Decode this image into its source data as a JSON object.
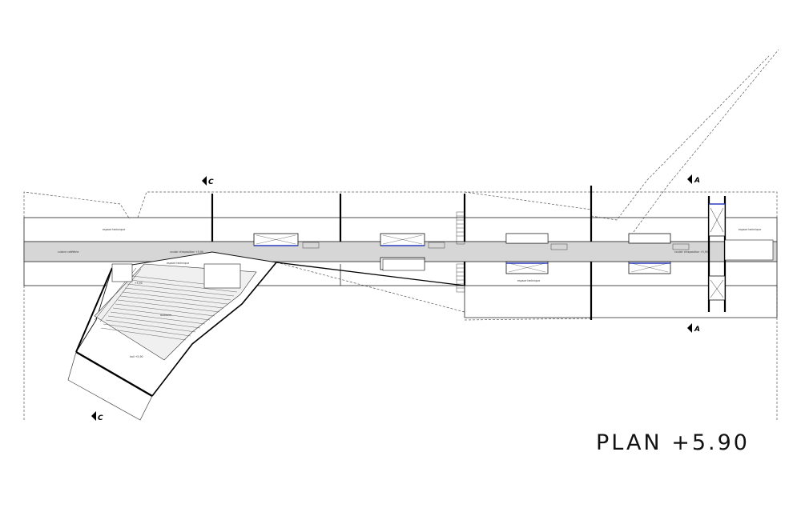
{
  "title": "PLAN +5.90",
  "rooms": {
    "cafeteria": "cuisine cafétéria",
    "tech_west": "espace technique",
    "corridor_west": "couloir d'exposition +5,90",
    "tech_mid": "espace technique",
    "auditorium": "auditoire",
    "hall": "hall +5,90",
    "level_small": "+5,90",
    "tech_south": "espace technique",
    "corridor_east": "couloir d'exposition +5,90",
    "tech_east": "espace technique"
  },
  "section_marks": {
    "c_top": "C",
    "c_bottom": "C",
    "a_top": "A",
    "a_bottom": "A"
  }
}
